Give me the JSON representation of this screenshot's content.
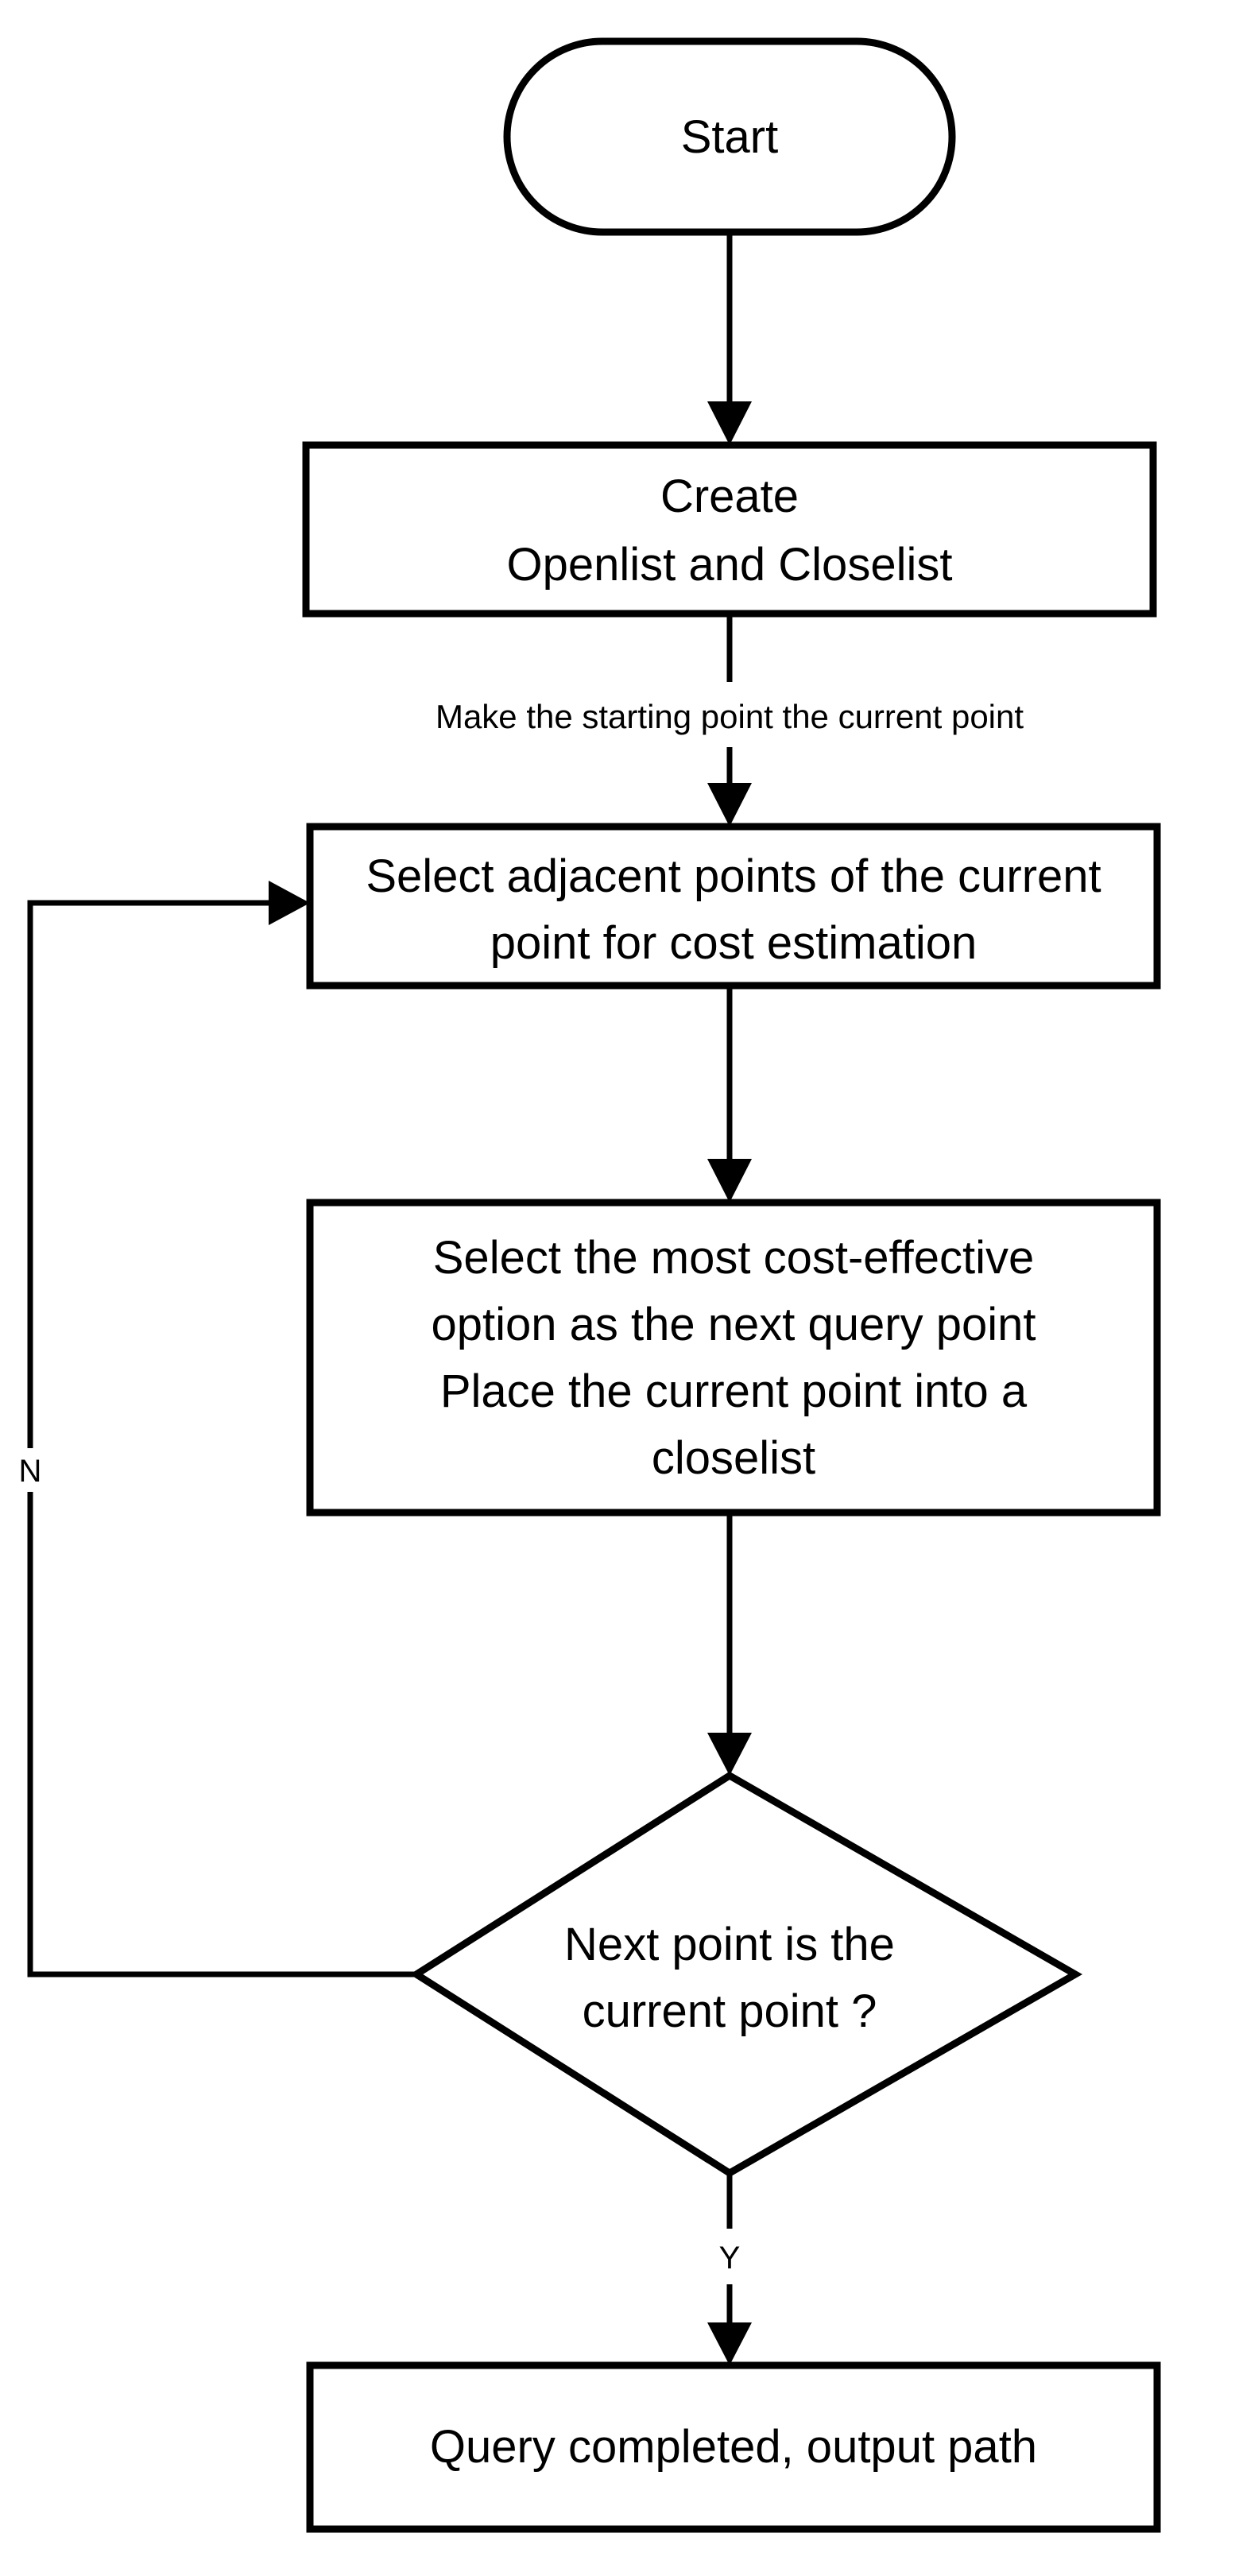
{
  "flowchart": {
    "start": {
      "label": "Start"
    },
    "create_lists": {
      "line1": "Create",
      "line2": "Openlist and Closelist"
    },
    "edge_make_start_current": {
      "label": "Make the starting point the current point"
    },
    "select_adjacent": {
      "line1": "Select adjacent points of the current",
      "line2": "point for cost estimation"
    },
    "select_best": {
      "line1": "Select the most cost-effective",
      "line2": "option as the next query point",
      "line3": "Place the current point into a",
      "line4": "closelist"
    },
    "decision": {
      "line1": "Next point is the",
      "line2": "current point ?"
    },
    "branch_no": {
      "label": "N"
    },
    "branch_yes": {
      "label": "Y"
    },
    "end": {
      "label": "Query completed, output path"
    }
  },
  "colors": {
    "stroke": "#000000",
    "fill": "#ffffff",
    "text": "#000000"
  }
}
